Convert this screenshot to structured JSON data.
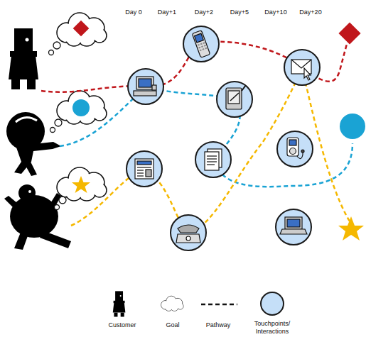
{
  "diagram": {
    "labels": [
      "Day 0",
      "Day+1",
      "Day+2",
      "Day+5",
      "Day+10",
      "Day+20"
    ],
    "legend": [
      {
        "text": "Customer"
      },
      {
        "text": "Goal"
      },
      {
        "text": "Pathway"
      },
      {
        "text": "Touchpoints/ Interactions"
      }
    ]
  }
}
